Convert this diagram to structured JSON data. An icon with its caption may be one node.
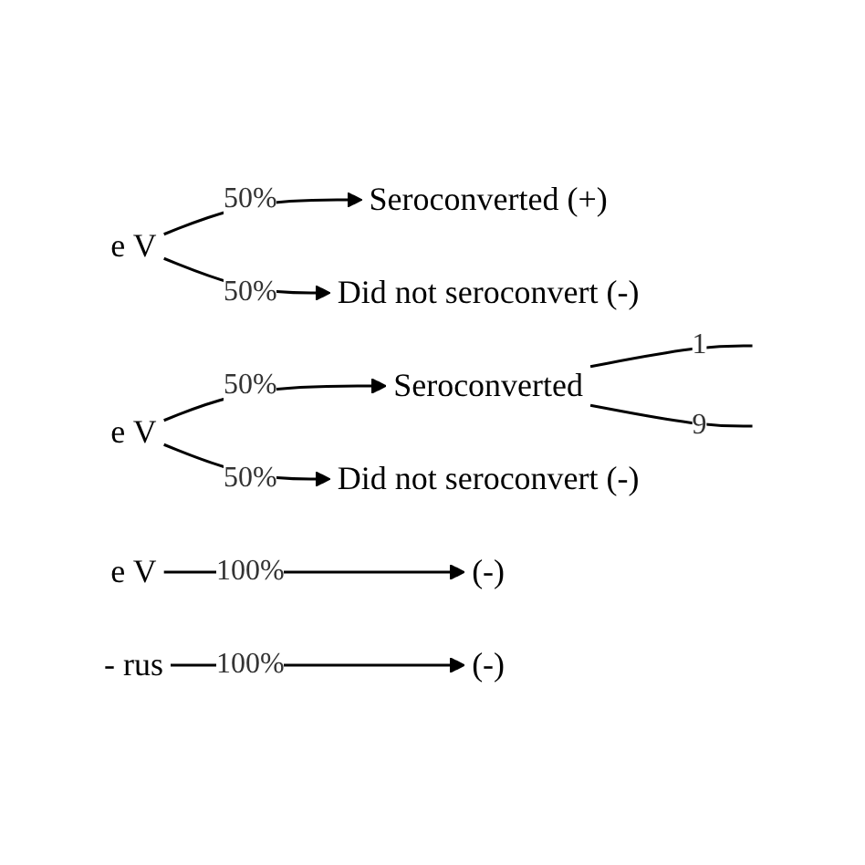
{
  "diagram": {
    "nodes": [
      {
        "text": [
          "e V"
        ]
      },
      {
        "text": [
          "Seroconverted (+)"
        ]
      },
      {
        "text": [
          "Did not seroconvert (-)"
        ]
      },
      {
        "text": [
          "e V"
        ]
      },
      {
        "text": [
          "Seroconverted"
        ]
      },
      {
        "text": [
          "Did not seroconvert (-)"
        ]
      },
      {
        "text": [
          "e V"
        ]
      },
      {
        "text": [
          "(-)"
        ]
      },
      {
        "text": [
          "- rus"
        ]
      },
      {
        "text": [
          "(-)"
        ]
      }
    ],
    "edges": [
      {
        "from": 0,
        "to": 1,
        "arrow": "to",
        "label": "50%"
      },
      {
        "from": 0,
        "to": 2,
        "arrow": "to",
        "label": "50%"
      },
      {
        "from": 3,
        "to": 4,
        "arrow": "to",
        "label": "50%"
      },
      {
        "from": 3,
        "to": 5,
        "arrow": "to",
        "label": "50%"
      },
      {
        "from": 4,
        "to": null,
        "arrow": "none",
        "label": "1"
      },
      {
        "from": 4,
        "to": null,
        "arrow": "none",
        "label": "9"
      },
      {
        "from": 6,
        "to": 7,
        "arrow": "to",
        "label": "100%"
      },
      {
        "from": 8,
        "to": 9,
        "arrow": "to",
        "label": "100%"
      }
    ]
  }
}
